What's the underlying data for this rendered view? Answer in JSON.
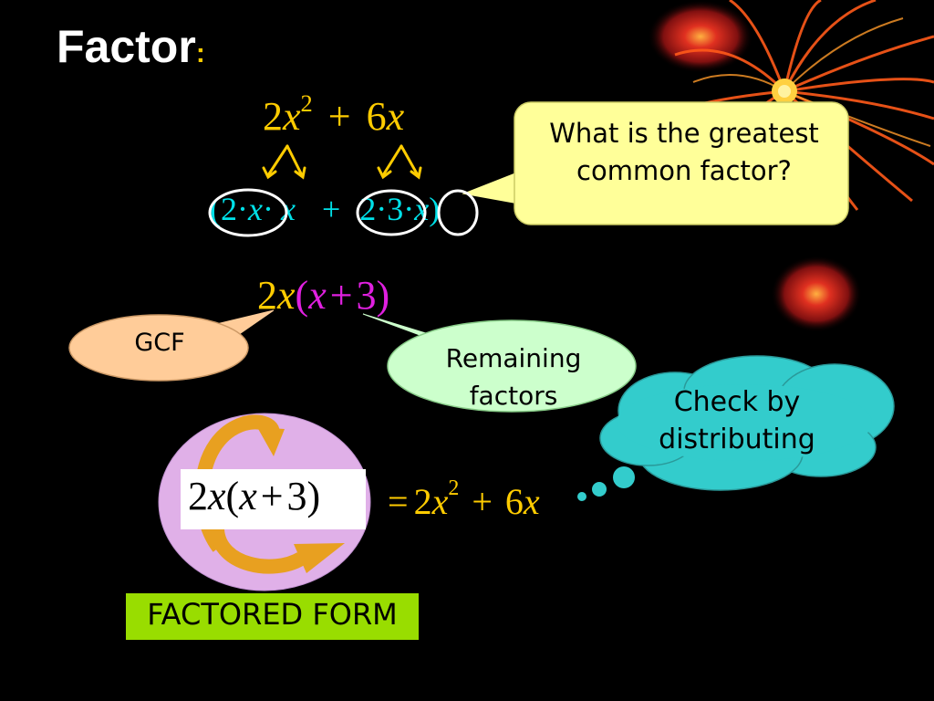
{
  "slide": {
    "title": "Factor",
    "title_colon": ":"
  },
  "equations": {
    "original": {
      "coef1": "2",
      "var1": "x",
      "exp1": "2",
      "plus": "+",
      "coef2": "6",
      "var2": "x"
    },
    "expanded": {
      "open": "(",
      "two_a": "2",
      "dot1": "·",
      "x_a": "x",
      "dot2": "·",
      "x_b": "x",
      "plus": "+",
      "two_b": "2",
      "dot3": "·",
      "three": "3",
      "dot4": "·",
      "x_c": "x",
      "close": ")"
    },
    "factored": {
      "gcf_coef": "2",
      "gcf_var": "x",
      "open": "(",
      "var": "x",
      "plus": "+",
      "num": "3",
      "close": ")"
    },
    "factored_boxed": {
      "coef": "2",
      "var1": "x",
      "open": "(",
      "var2": "x",
      "plus": "+",
      "num": "3",
      "close": ")"
    },
    "check_result": {
      "eq": "=",
      "coef1": "2",
      "var1": "x",
      "exp1": "2",
      "plus": "+",
      "coef2": "6",
      "var2": "x"
    }
  },
  "callouts": {
    "question": "What is the greatest common factor?",
    "gcf": "GCF",
    "remaining": "Remaining factors",
    "check": "Check by distributing"
  },
  "label": {
    "factored_form": "FACTORED FORM"
  },
  "colors": {
    "background": "#000000",
    "title": "#ffffff",
    "accent_yellow": "#ffcc00",
    "cyan": "#00e0e8",
    "magenta": "#e020e0",
    "question_bubble": "#ffff99",
    "gcf_bubble": "#ffcc99",
    "remaining_bubble": "#ccffcc",
    "check_cloud": "#33cccc",
    "circle_fill": "#e0b0e8",
    "factored_label_bg": "#99dd00",
    "arrow_orange": "#e8a020"
  },
  "icons": [
    "fireworks-decoration",
    "glow-orb-decoration",
    "circular-arrows-icon"
  ]
}
